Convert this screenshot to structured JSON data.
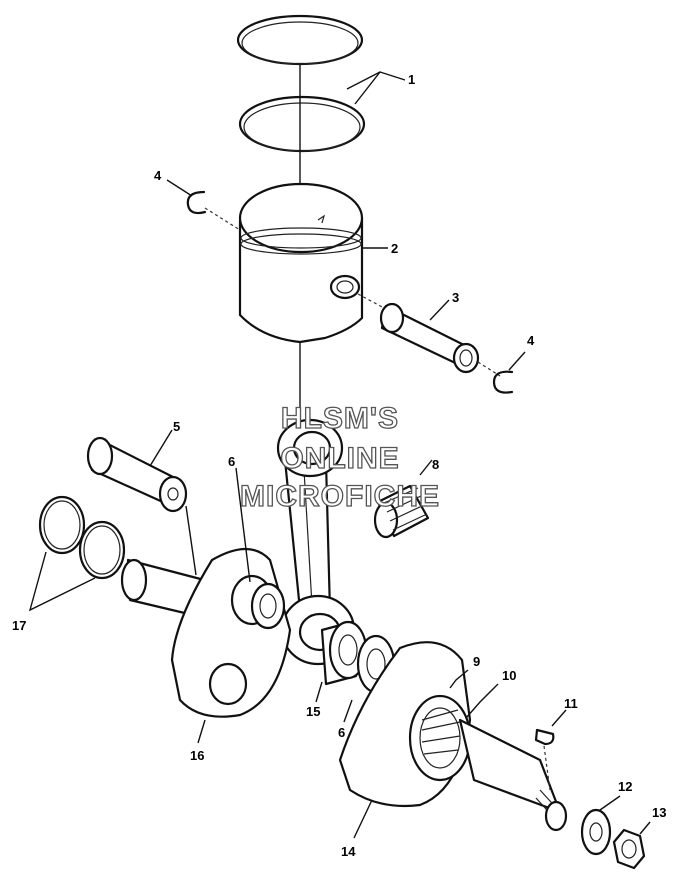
{
  "watermark": {
    "line1": "HLSM'S",
    "line2": "ONLINE",
    "line3": "MICROFICHE"
  },
  "labels": {
    "ring": "1",
    "piston": "2",
    "pin": "3",
    "clip_left": "4",
    "clip_right": "4",
    "bearing_pin": "5",
    "washer_left": "6",
    "washer_right": "6",
    "rod_bearing": "8",
    "seal": "9",
    "main_bearing": "10",
    "key": "11",
    "washer": "12",
    "nut": "13",
    "crank_right": "14",
    "crank_pin": "15",
    "crank_left": "16",
    "shims": "17"
  }
}
